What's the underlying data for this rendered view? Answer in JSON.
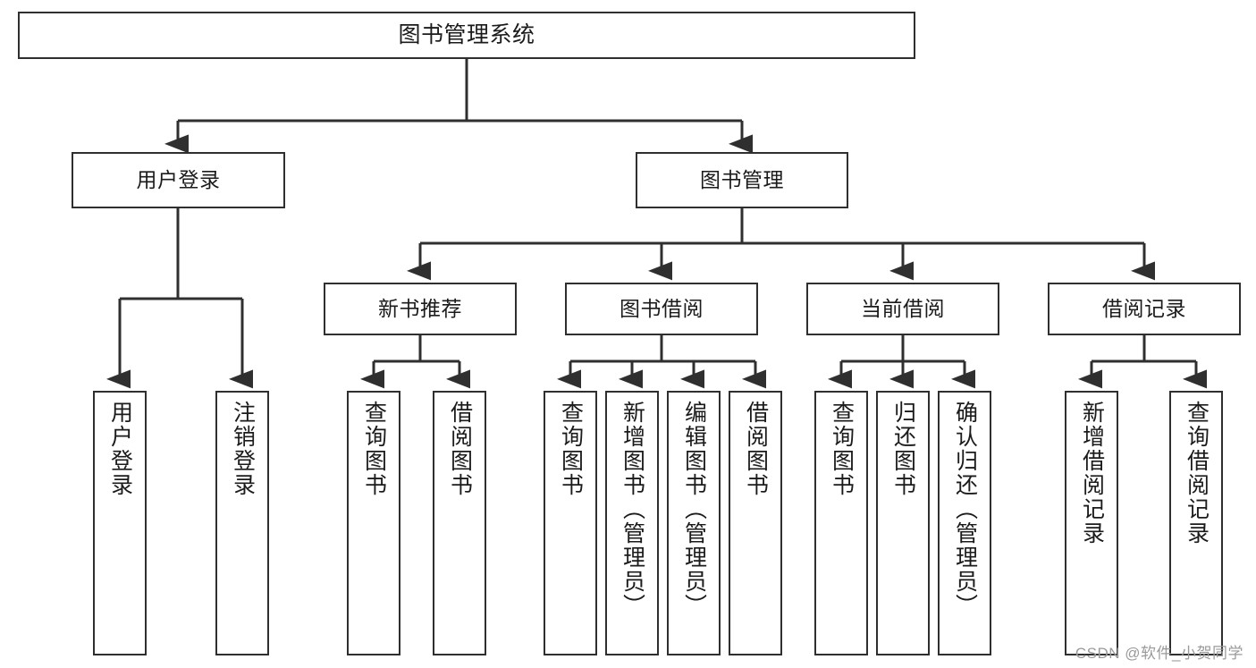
{
  "diagram": {
    "type": "tree-hierarchy",
    "title": "图书管理系统",
    "watermark": "CSDN @软件_小贺同学",
    "colors": {
      "box_border": "#2f2f2f",
      "box_fill": "#ffffff",
      "connector": "#2f2f2f",
      "text": "#1b1b1b",
      "watermark": "#9a9a9a"
    },
    "root": {
      "label": "图书管理系统"
    },
    "level2": [
      {
        "label": "用户登录"
      },
      {
        "label": "图书管理"
      }
    ],
    "level3": [
      {
        "label": "新书推荐"
      },
      {
        "label": "图书借阅"
      },
      {
        "label": "当前借阅"
      },
      {
        "label": "借阅记录"
      }
    ],
    "leaves": {
      "user_login": [
        {
          "label": "用户登录"
        },
        {
          "label": "注销登录"
        }
      ],
      "new_book_recommend": [
        {
          "label": "查询图书"
        },
        {
          "label": "借阅图书"
        }
      ],
      "book_borrow": [
        {
          "label": "查询图书"
        },
        {
          "label": "新增图书（管理员）"
        },
        {
          "label": "编辑图书（管理员）"
        },
        {
          "label": "借阅图书"
        }
      ],
      "current_borrow": [
        {
          "label": "查询图书"
        },
        {
          "label": "归还图书"
        },
        {
          "label": "确认归还（管理员）"
        }
      ],
      "borrow_record": [
        {
          "label": "新增借阅记录"
        },
        {
          "label": "查询借阅记录"
        }
      ]
    }
  }
}
